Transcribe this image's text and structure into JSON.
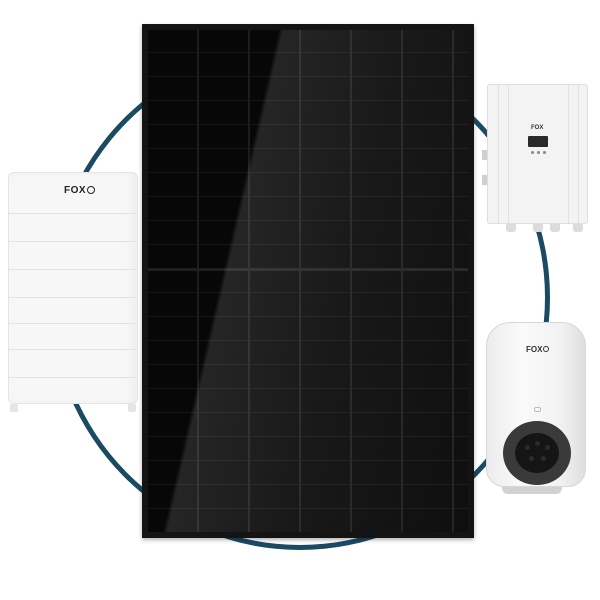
{
  "scene": {
    "ring_color": "#1b4a63",
    "panel_color": "#0b0b0b"
  },
  "battery": {
    "logo_text": "FOX",
    "logo_icon": "fox-logo-icon"
  },
  "inverter": {
    "logo_text": "FOX",
    "logo_icon": "fox-logo-icon"
  },
  "charger": {
    "logo_text": "FOX",
    "logo_icon": "fox-logo-icon"
  }
}
